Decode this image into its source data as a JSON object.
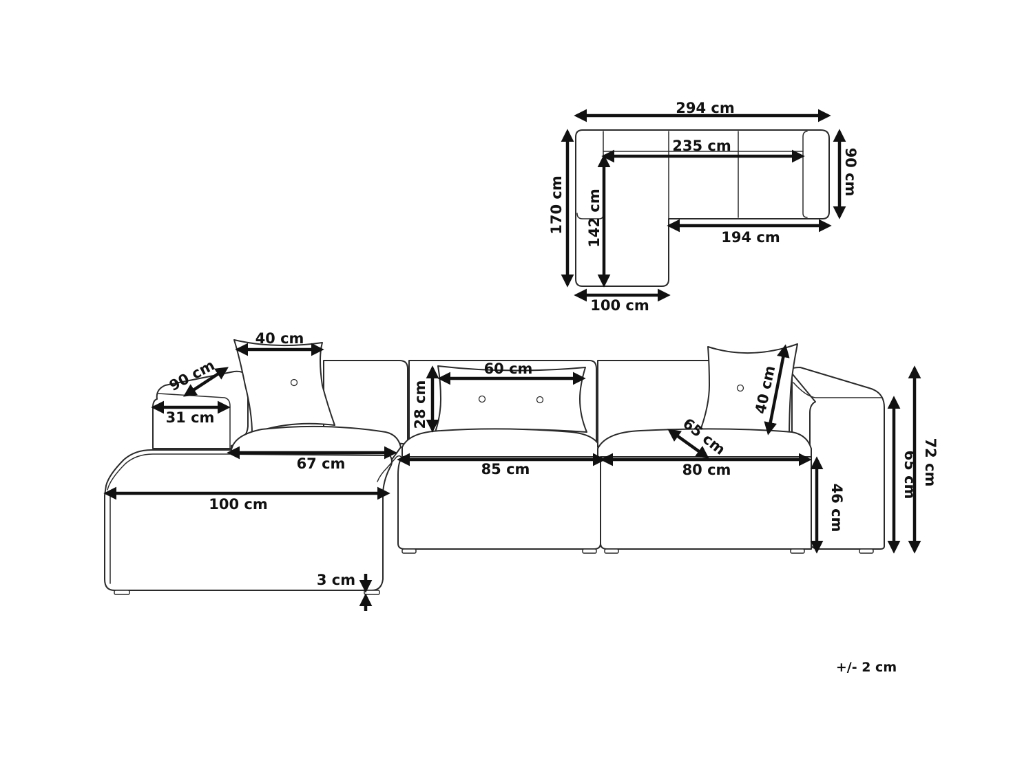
{
  "top_view": {
    "total_width": "294 cm",
    "inner_width": "235 cm",
    "depth": "90 cm",
    "total_depth": "170 cm",
    "chaise_inner_depth": "142 cm",
    "main_section_width": "194 cm",
    "chaise_width": "100 cm"
  },
  "side_view": {
    "armrest_depth": "90 cm",
    "armrest_width": "31 cm",
    "pillow_width": "40 cm",
    "chaise_seat_width": "67 cm",
    "chaise_width": "100 cm",
    "foot_height": "3 cm",
    "cushion_height": "28 cm",
    "bolster_width": "60 cm",
    "middle_seat_width": "85 cm",
    "seat_depth": "65 cm",
    "square_pillow_size": "40 cm",
    "corner_seat_width": "80 cm",
    "seat_height": "46 cm",
    "armrest_height": "65 cm",
    "total_height": "72 cm"
  },
  "tolerance": "+/- 2 cm"
}
